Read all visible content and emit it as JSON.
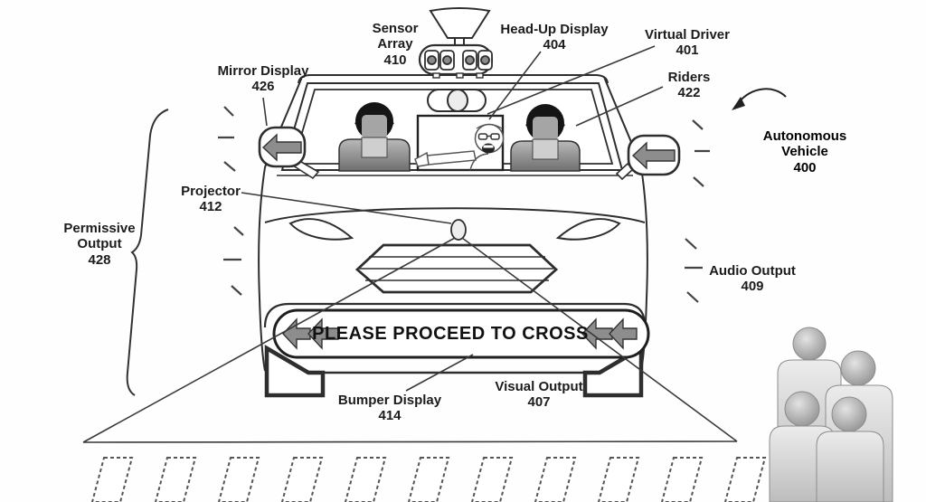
{
  "figure": {
    "type": "patent-figure-autonomous-vehicle-front-view",
    "bumper_message": "PLEASE PROCEED TO CROSS",
    "labels": {
      "sensor_array": {
        "text": "Sensor Array",
        "num": "410"
      },
      "head_up_display": {
        "text": "Head-Up Display",
        "num": "404"
      },
      "virtual_driver": {
        "text": "Virtual Driver",
        "num": "401"
      },
      "riders": {
        "text": "Riders",
        "num": "422"
      },
      "mirror_display": {
        "text": "Mirror Display",
        "num": "426"
      },
      "autonomous_vehicle": {
        "text": "Autonomous Vehicle",
        "num": "400"
      },
      "permissive_output": {
        "text": "Permissive Output",
        "num": "428"
      },
      "projector": {
        "text": "Projector",
        "num": "412"
      },
      "audio_output": {
        "text": "Audio Output",
        "num": "409"
      },
      "bumper_display": {
        "text": "Bumper Display",
        "num": "414"
      },
      "visual_output": {
        "text": "Visual Output",
        "num": "407"
      }
    },
    "colors": {
      "line": "#2e2e2e",
      "arrow_fill": "#8d8d8d",
      "figure_gray": "#c9c9c9",
      "background": "#ffffff"
    }
  }
}
